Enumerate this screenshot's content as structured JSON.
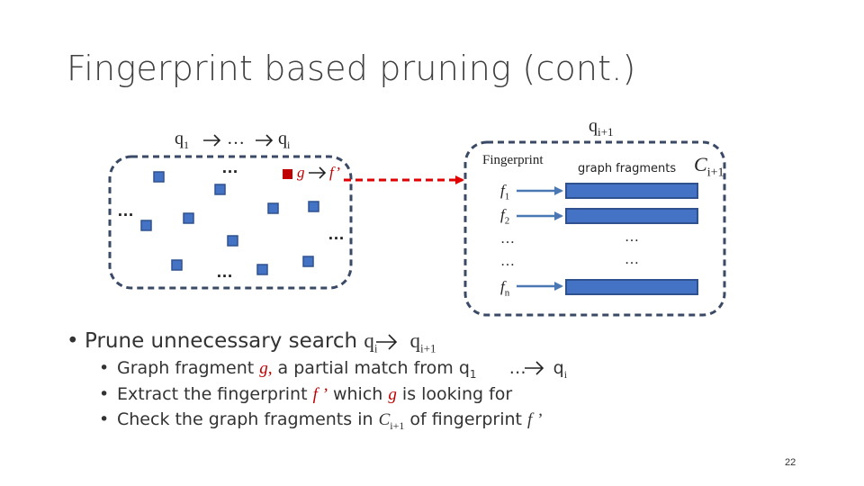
{
  "slide": {
    "title": "Fingerprint based pruning (cont.)",
    "page_number": "22"
  },
  "diagram": {
    "query_path": {
      "q1": "q",
      "q1_sub": "1",
      "mid": "…",
      "qi": "q",
      "qi_sub": "i"
    },
    "qi1_label": {
      "q": "q",
      "sub": "i+1"
    },
    "g_label": "g",
    "f_label": "f",
    "f_prime": "’",
    "ellipsis": "…",
    "fingerprint_header": "Fingerprint",
    "fragments_header": "graph fragments",
    "ci1": {
      "c": "C",
      "sub": "i+1"
    },
    "fingerprint_items": [
      {
        "f": "f",
        "sub": "1"
      },
      {
        "f": "f",
        "sub": "2"
      },
      {
        "f": "…",
        "sub": ""
      },
      {
        "f": "…",
        "sub": ""
      },
      {
        "f": "f",
        "sub": "n"
      }
    ],
    "colors": {
      "square_fill": "#4472c4",
      "square_border": "#2f528f",
      "g_square": "#c00000",
      "dashed_border": "#3a4a66",
      "arrow_red": "#e00000",
      "arrow_blue": "#4a78b5",
      "bar_fill": "#4472c4"
    }
  },
  "bullets": {
    "main": {
      "bullet": "•",
      "text": "Prune unnecessary search ",
      "q": "q",
      "qi_sub": "i",
      "q2": "q",
      "qi1_sub": "i+1"
    },
    "sub1": {
      "bullet": "•",
      "text1": "Graph fragment ",
      "g": "g,",
      "text2": " a partial match from q",
      "sub1": "1",
      "mid": " … ",
      "q": "q",
      "sub_i": "i"
    },
    "sub2": {
      "bullet": "•",
      "text1": "Extract the fingerprint ",
      "f": "f ’",
      "text2": " which ",
      "g": "g",
      "text3": " is looking for"
    },
    "sub3": {
      "bullet": "•",
      "text1": "Check the graph fragments in ",
      "c": "C",
      "c_sub": "i+1",
      "text2": " of fingerprint ",
      "f": "f ’"
    }
  }
}
